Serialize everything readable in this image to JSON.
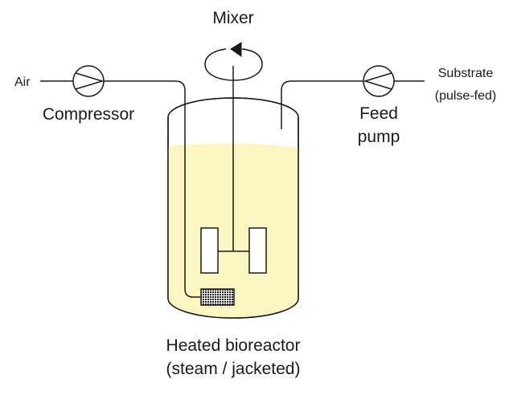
{
  "diagram": {
    "mixer_label": "Mixer",
    "air_label": "Air",
    "compressor_label": "Compressor",
    "substrate_label_line1": "Substrate",
    "substrate_label_line2": "(pulse-fed)",
    "feed_pump_label_line1": "Feed",
    "feed_pump_label_line2": "pump",
    "bioreactor_label_line1": "Heated bioreactor",
    "bioreactor_label_line2": "(steam / jacketed)"
  },
  "colors": {
    "liquid": "#fbf5c2",
    "line": "#1a1a1a",
    "vessel_fill": "#ffffff"
  },
  "icons": {
    "compressor": "pump-symbol-icon",
    "feed_pump": "pump-symbol-icon",
    "mixer_rotation": "rotation-arrow-icon",
    "sparger": "sparger-icon"
  }
}
